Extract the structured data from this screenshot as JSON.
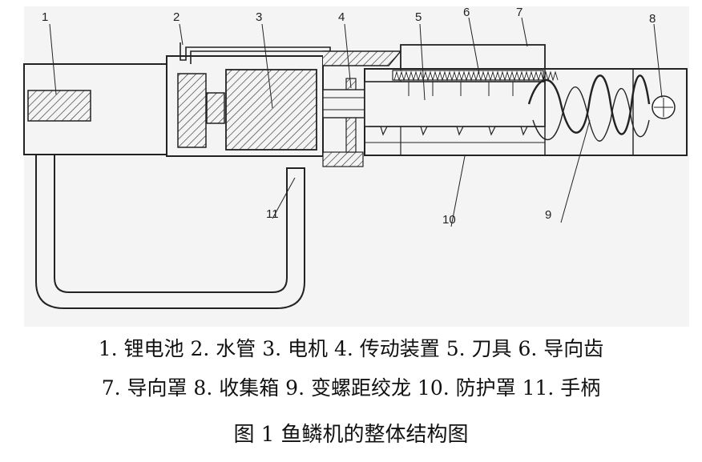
{
  "diagram": {
    "callouts": [
      "1",
      "2",
      "3",
      "4",
      "5",
      "6",
      "7",
      "8",
      "9",
      "10",
      "11"
    ]
  },
  "caption": {
    "line1": "1. 锂电池 2. 水管 3. 电机 4. 传动装置 5. 刀具 6. 导向齿",
    "line2": "7. 导向罩 8. 收集箱 9. 变螺距绞龙 10. 防护罩 11. 手柄",
    "title": "图 1  鱼鳞机的整体结构图"
  }
}
